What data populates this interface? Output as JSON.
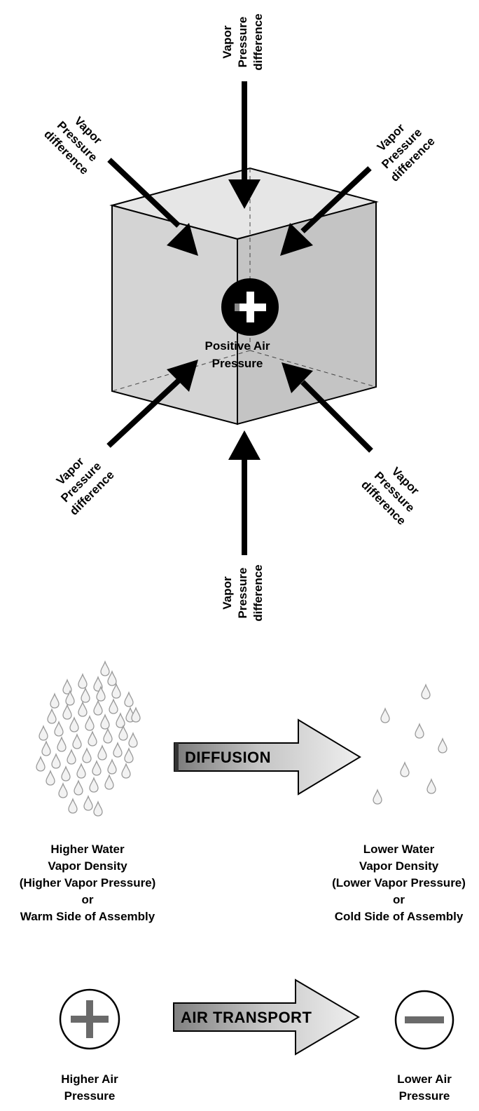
{
  "cube": {
    "vapor_label": [
      "Vapor",
      "Pressure",
      "difference"
    ],
    "center_label_1": "Positive Air",
    "center_label_2": "Pressure"
  },
  "diffusion": {
    "arrow_label": "DIFFUSION",
    "left_caption": [
      "Higher Water",
      "Vapor Density",
      "(Higher Vapor Pressure)",
      "or",
      "Warm Side of Assembly"
    ],
    "right_caption": [
      "Lower Water",
      "Vapor Density",
      "(Lower Vapor Pressure)",
      "or",
      "Cold Side of Assembly"
    ]
  },
  "air_transport": {
    "arrow_label": "AIR TRANSPORT",
    "left_caption": [
      "Higher Air",
      "Pressure"
    ],
    "right_caption": [
      "Lower Air",
      "Pressure"
    ]
  },
  "colors": {
    "face_front_left": "#d4d4d4",
    "face_front_right": "#c2c2c2",
    "face_top": "#e6e6e6",
    "drop_fill": "#f2f2f2",
    "drop_stroke": "#9a9a9a",
    "symbol_gray": "#6a6a6a"
  }
}
